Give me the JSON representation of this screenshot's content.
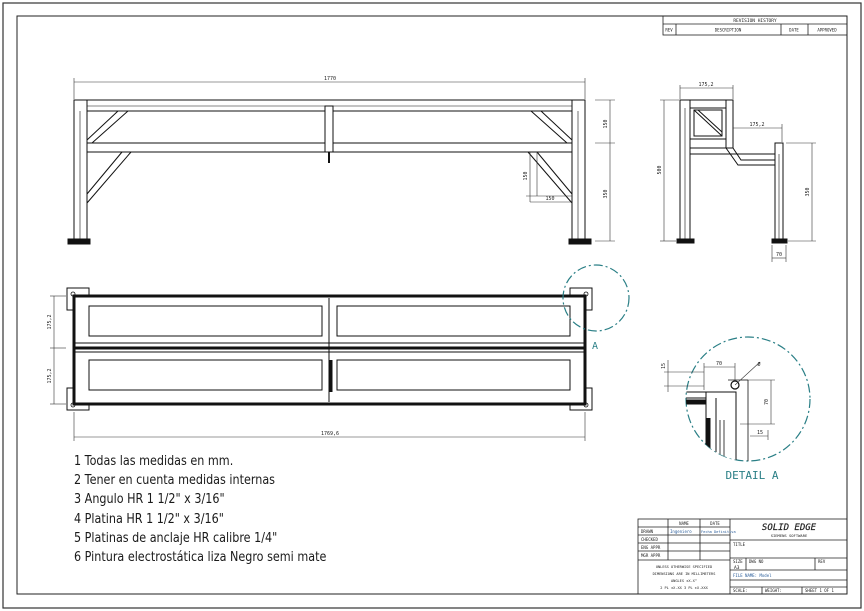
{
  "revision_history": {
    "title": "REVISION HISTORY",
    "col_rev": "REV",
    "col_description": "DESCRIPTION",
    "col_date": "DATE",
    "col_approved": "APPROVED"
  },
  "dims": {
    "front_top": "1770",
    "front_right_top": "150",
    "front_right_total": "350",
    "front_brace_v": "150",
    "front_brace_h": "150",
    "side_top": "175,2",
    "side_inner": "175,2",
    "side_left": "500",
    "side_right": "350",
    "side_bottom": "70",
    "plan_left_top": "175,2",
    "plan_left_bottom": "175,2",
    "plan_bottom": "1769,6",
    "detail_w": "70",
    "detail_r": "Ø",
    "detail_v": "15",
    "detail_a": "70",
    "detail_b": "15"
  },
  "detail_label": "A",
  "detail_title": "DETAIL A",
  "notes": [
    "1  Todas las medidas en mm.",
    "2  Tener en cuenta medidas internas",
    "3  Angulo HR 1 1/2\" x 3/16\"",
    "4   Platina HR  1 1/2\" x 3/16\"",
    "5  Platinas de anclaje HR calibre 1/4\"",
    "6  Pintura electrostática liza Negro semi mate"
  ],
  "title_block": {
    "col_name": "NAME",
    "col_date": "DATE",
    "drawn": "DRAWN",
    "checked": "CHECKED",
    "eng_appr": "ENG APPR",
    "mgr_appr": "MGR APPR",
    "drawn_name": "Ingeniero",
    "drawn_date": "Fecha Definitiva",
    "unless_1": "UNLESS OTHERWISE SPECIFIED",
    "unless_2": "DIMENSIONS ARE IN MILLIMETERS",
    "unless_3": "ANGLES ±X.X°",
    "unless_4": "2 PL ±X.XX 3 PL ±X.XXX",
    "brand": "SOLID EDGE",
    "brand_sub": "SIEMENS SOFTWARE",
    "title_label": "TITLE",
    "size_label": "SIZE",
    "size_value": "A3",
    "dwg_label": "DWG NO",
    "rev_label": "REV",
    "file_label": "FILE NAME: Model",
    "scale_label": "SCALE:",
    "weight_label": "WEIGHT:",
    "sheet_label": "SHEET 1 OF 1"
  }
}
